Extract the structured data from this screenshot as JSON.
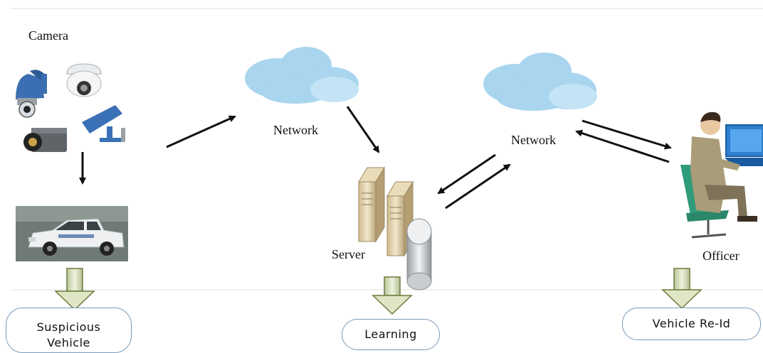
{
  "labels": {
    "camera": "Camera",
    "network_left": "Network",
    "network_right": "Network",
    "server": "Server",
    "officer": "Officer"
  },
  "outputs": {
    "suspicious_line1": "Suspicious",
    "suspicious_line2": "Vehicle",
    "learning": "Learning",
    "reid": "Vehicle Re-Id"
  },
  "colors": {
    "cloud": "#a9d5ef",
    "down_arrow_fill": "#dfe6c5",
    "pill_border": "#7a9ab8",
    "arrow": "#111111"
  }
}
